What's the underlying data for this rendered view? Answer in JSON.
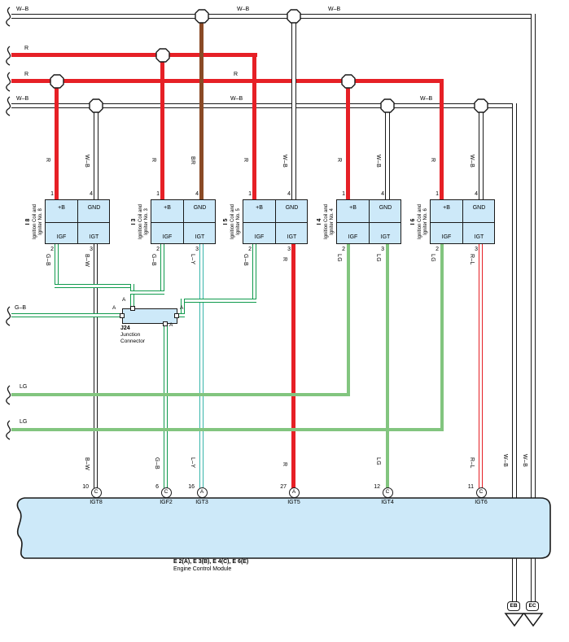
{
  "colors": {
    "red": "#e62026",
    "brown": "#8a4a26",
    "green": "#0f9a4c",
    "lg": "#82c57f",
    "teal": "#35b4aa",
    "black": "#1a1a1a",
    "boxfill": "#cde9f9"
  },
  "top_lines": {
    "line1": {
      "left": "W–B",
      "mid1": "W–B",
      "mid2": "W–B"
    },
    "line2": {
      "left": "R"
    },
    "line3": {
      "left": "R",
      "mid": "R"
    },
    "line4": {
      "left": "W–B",
      "mid1": "W–B",
      "mid2": "W–B"
    }
  },
  "left_lines": {
    "gb": "G–B",
    "lg1": "LG",
    "lg2": "LG"
  },
  "wire_labels": {
    "top": [
      "R",
      "W–B",
      "R",
      "BR",
      "R",
      "W–B",
      "R",
      "W–B",
      "R",
      "W–B"
    ],
    "mid": [
      "G–B",
      "B–W",
      "G–B",
      "L–Y",
      "G–B",
      "R",
      "LG",
      "LG",
      "LG",
      "R–L"
    ],
    "bottom": [
      "B–W",
      "G–B",
      "L–Y",
      "R",
      "LG",
      "R–L"
    ],
    "right": [
      "W–B",
      "W–B"
    ]
  },
  "blocks": [
    {
      "id": "I 8",
      "desc_line1": "Ignition Coil and",
      "desc_line2": "Igniter No. 8",
      "pin_top_left": "1",
      "pin_top_right": "4",
      "pin_bottom_left": "2",
      "pin_bottom_right": "3",
      "cell_top_left": "+B",
      "cell_top_right": "GND",
      "cell_bottom_left": "IGF",
      "cell_bottom_right": "IGT"
    },
    {
      "id": "I 3",
      "desc_line1": "Ignition Coil and",
      "desc_line2": "Igniter No. 3",
      "pin_top_left": "1",
      "pin_top_right": "4",
      "pin_bottom_left": "2",
      "pin_bottom_right": "3",
      "cell_top_left": "+B",
      "cell_top_right": "GND",
      "cell_bottom_left": "IGF",
      "cell_bottom_right": "IGT"
    },
    {
      "id": "I 5",
      "desc_line1": "Ignition Coil and",
      "desc_line2": "Igniter No. 5",
      "pin_top_left": "1",
      "pin_top_right": "4",
      "pin_bottom_left": "2",
      "pin_bottom_right": "3",
      "cell_top_left": "+B",
      "cell_top_right": "GND",
      "cell_bottom_left": "IGF",
      "cell_bottom_right": "IGT"
    },
    {
      "id": "I 4",
      "desc_line1": "Ignition Coil and",
      "desc_line2": "Igniter No. 4",
      "pin_top_left": "1",
      "pin_top_right": "4",
      "pin_bottom_left": "2",
      "pin_bottom_right": "3",
      "cell_top_left": "+B",
      "cell_top_right": "GND",
      "cell_bottom_left": "IGF",
      "cell_bottom_right": "IGT"
    },
    {
      "id": "I 6",
      "desc_line1": "Ignition Coil and",
      "desc_line2": "Igniter No. 6",
      "pin_top_left": "1",
      "pin_top_right": "4",
      "pin_bottom_left": "2",
      "pin_bottom_right": "3",
      "cell_top_left": "+B",
      "cell_top_right": "GND",
      "cell_bottom_left": "IGF",
      "cell_bottom_right": "IGT"
    }
  ],
  "junction": {
    "id": "J24",
    "name_line1": "Junction",
    "name_line2": "Connector",
    "pin_a": "A"
  },
  "ecm": {
    "pins": [
      {
        "num": "10",
        "letter": "C",
        "name": "IGT8"
      },
      {
        "num": "6",
        "letter": "C",
        "name": "IGF2"
      },
      {
        "num": "16",
        "letter": "A",
        "name": "IGT3"
      },
      {
        "num": "27",
        "letter": "A",
        "name": "IGT5"
      },
      {
        "num": "12",
        "letter": "C",
        "name": "IGT4"
      },
      {
        "num": "11",
        "letter": "C",
        "name": "IGT6"
      }
    ],
    "title": "E 2(A), E 3(B), E 4(C), E 6(E)",
    "subtitle": "Engine Control Module"
  },
  "grounds": [
    {
      "label": "EB"
    },
    {
      "label": "EC"
    }
  ]
}
